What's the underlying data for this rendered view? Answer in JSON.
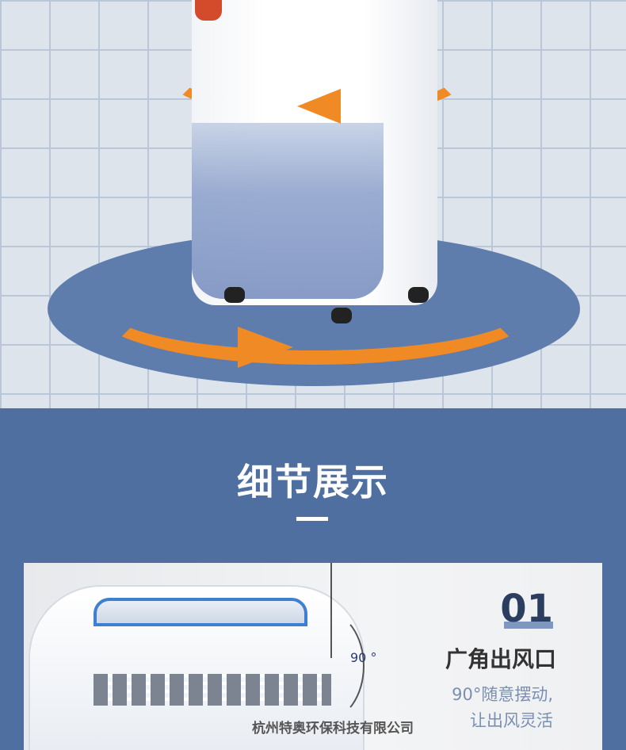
{
  "hero": {
    "colors": {
      "grid_bg": "#dde4ec",
      "floor": "#5e7dac",
      "arrow": "#f08a24"
    }
  },
  "section": {
    "title": "细节展示",
    "bg": "#4f6fa0"
  },
  "feature": {
    "number": "01",
    "title": "广角出风口",
    "angle_label": "90 °",
    "desc_line1": "90°随意摆动,",
    "desc_line2": "让出风灵活"
  },
  "watermark": "杭州特奥环保科技有限公司"
}
